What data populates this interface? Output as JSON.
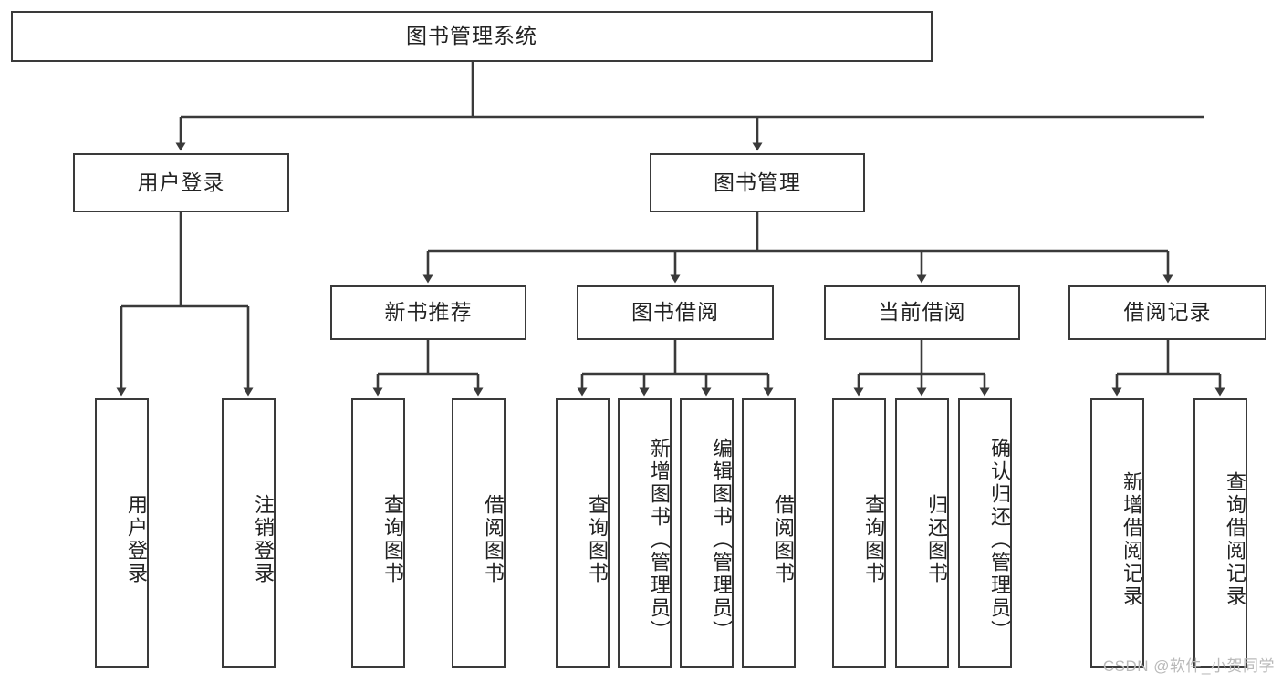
{
  "diagram": {
    "title": "图书管理系统",
    "type": "hierarchy-tree",
    "colors": {
      "background": "#ffffff",
      "node_border": "#3a3a3a",
      "node_fill": "#ffffff",
      "edge": "#3a3a3a",
      "text": "#222222",
      "watermark": "#b9b9b9"
    },
    "root": {
      "label": "图书管理系统"
    },
    "level2": [
      {
        "label": "用户登录"
      },
      {
        "label": "图书管理"
      }
    ],
    "level3": [
      {
        "label": "新书推荐"
      },
      {
        "label": "图书借阅"
      },
      {
        "label": "当前借阅"
      },
      {
        "label": "借阅记录"
      }
    ],
    "leaves": [
      {
        "label": "用户登录"
      },
      {
        "label": "注销登录"
      },
      {
        "label": "查询图书"
      },
      {
        "label": "借阅图书"
      },
      {
        "label": "查询图书"
      },
      {
        "label": "新增图书（管理员）"
      },
      {
        "label": "编辑图书（管理员）"
      },
      {
        "label": "借阅图书"
      },
      {
        "label": "查询图书"
      },
      {
        "label": "归还图书"
      },
      {
        "label": "确认归还（管理员）"
      },
      {
        "label": "新增借阅记录"
      },
      {
        "label": "查询借阅记录"
      }
    ]
  },
  "watermark": {
    "text": "CSDN @软件_小贺同学"
  }
}
